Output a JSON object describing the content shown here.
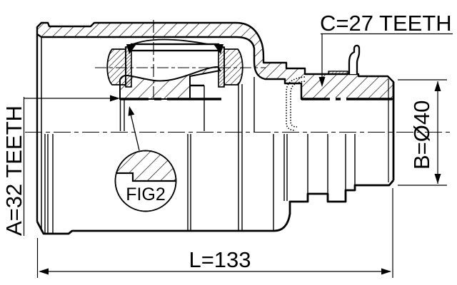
{
  "drawing": {
    "title": "cv-joint-inner-cross-section",
    "labels": {
      "spline_a": "A=32 TEETH",
      "spline_c": "C=27 TEETH",
      "diameter_b": "B=Ø40",
      "length_l": "L=133",
      "detail_ref": "FIG2"
    },
    "colors": {
      "line": "#000000",
      "background": "#ffffff"
    }
  }
}
